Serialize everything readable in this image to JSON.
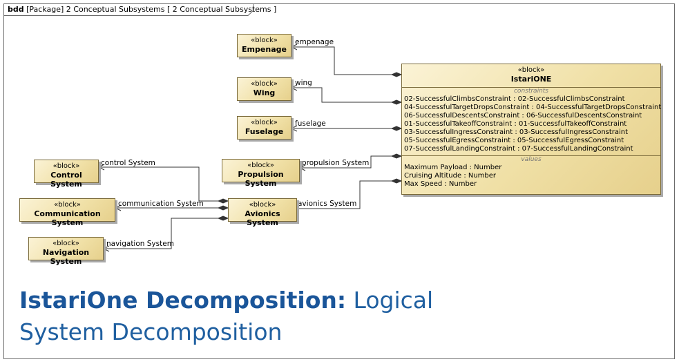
{
  "frame": {
    "kind": "bdd",
    "header": "[Package] 2 Conceptual Subsystems [ 2 Conceptual Subsystems ]"
  },
  "stereotype": "«block»",
  "blocks": {
    "empenage": "Empenage",
    "wing": "Wing",
    "fuselage": "Fuselage",
    "control": "Control System",
    "communication": "Communication System",
    "navigation": "Navigation System",
    "propulsion": "Propulsion System",
    "avionics": "Avionics System"
  },
  "istari": {
    "stereotype": "«block»",
    "name": "IstariONE",
    "constraints_header": "constraints",
    "constraints": [
      "02-SuccessfulClimbsConstraint : 02-SuccessfulClimbsConstraint",
      "04-SuccessfulTargetDropsConstraint : 04-SuccessfulTargetDropsConstraint",
      "06-SuccessfulDescentsConstraint : 06-SuccessfulDescentsConstraint",
      "01-SuccessfulTakeoffConstraint : 01-SuccessfulTakeoffConstraint",
      "03-SuccessfulIngressConstraint : 03-SuccessfulIngressConstraint",
      "05-SuccessfulEgressConstraint : 05-SuccessfulEgressConstraint",
      "07-SuccessfulLandingConstraint : 07-SuccessfulLandingConstraint"
    ],
    "values_header": "values",
    "values": [
      "Maximum Payload : Number",
      "Cruising Altitude : Number",
      "Max Speed : Number"
    ]
  },
  "roles": {
    "empenage": "empenage",
    "wing": "wing",
    "fuselage": "fuselage",
    "propulsion": "propulsion System",
    "avionics": "avionics System",
    "control": "control System",
    "communication": "communication System",
    "navigation": "navigation System"
  },
  "caption": {
    "bold": "IstariOne Decomposition:",
    "rest": " Logical System Decomposition"
  }
}
